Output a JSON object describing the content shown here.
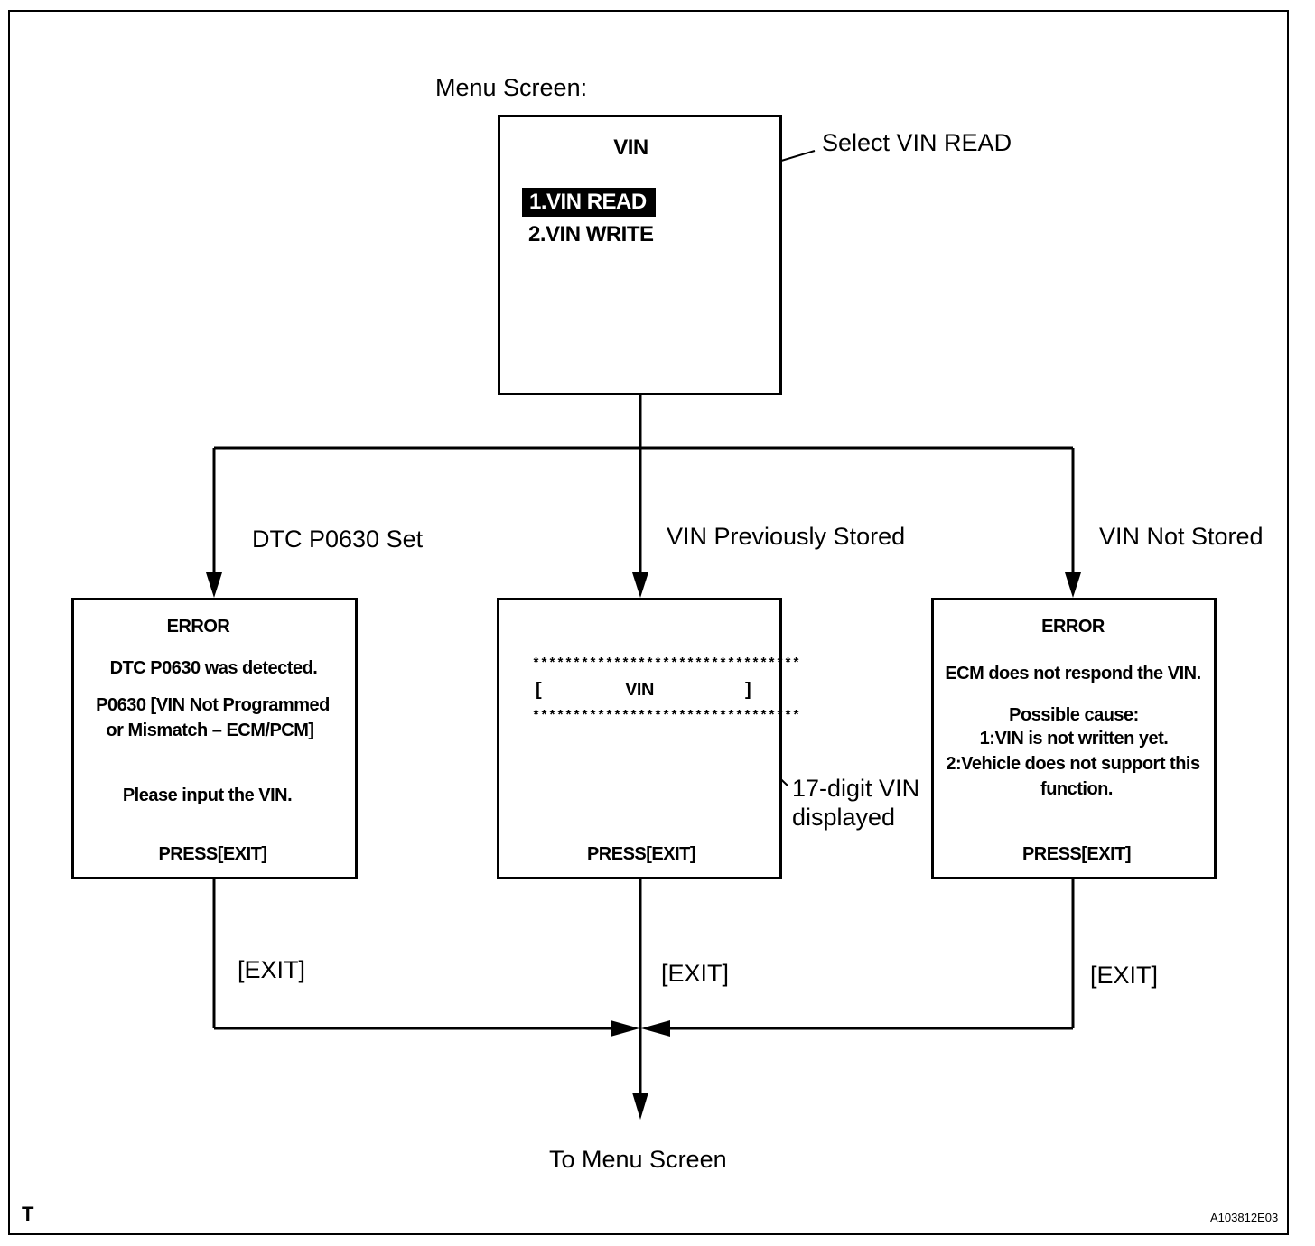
{
  "labels": {
    "menu_screen": "Menu Screen:",
    "select_vin_read": "Select VIN READ",
    "branch_left": "DTC P0630 Set",
    "branch_center": "VIN Previously Stored",
    "branch_right": "VIN Not Stored",
    "digit_vin_line1": "17-digit VIN",
    "digit_vin_line2": "displayed",
    "exit_left": "[EXIT]",
    "exit_center": "[EXIT]",
    "exit_right": "[EXIT]",
    "to_menu_screen": "To Menu Screen",
    "corner_mark": "T",
    "figure_id": "A103812E03"
  },
  "menu_screen": {
    "title": "VIN",
    "item1": "1.VIN READ",
    "item2": "2.VIN WRITE"
  },
  "left_screen": {
    "title": "ERROR",
    "line1": "DTC P0630 was detected.",
    "line2": "P0630  [VIN Not Programmed",
    "line3": "or Mismatch – ECM/PCM]",
    "line4": "Please input the VIN.",
    "footer": "PRESS[EXIT]"
  },
  "center_screen": {
    "stars_top": "*********************************",
    "bracket_open": "[",
    "vin": "VIN",
    "bracket_close": "]",
    "stars_bottom": "*********************************",
    "footer": "PRESS[EXIT]"
  },
  "right_screen": {
    "title": "ERROR",
    "line1": "ECM does not respond the VIN.",
    "line2": "Possible cause:",
    "line3": "1:VIN is not written yet.",
    "line4": "2:Vehicle does not support this",
    "line5": "function.",
    "footer": "PRESS[EXIT]"
  }
}
